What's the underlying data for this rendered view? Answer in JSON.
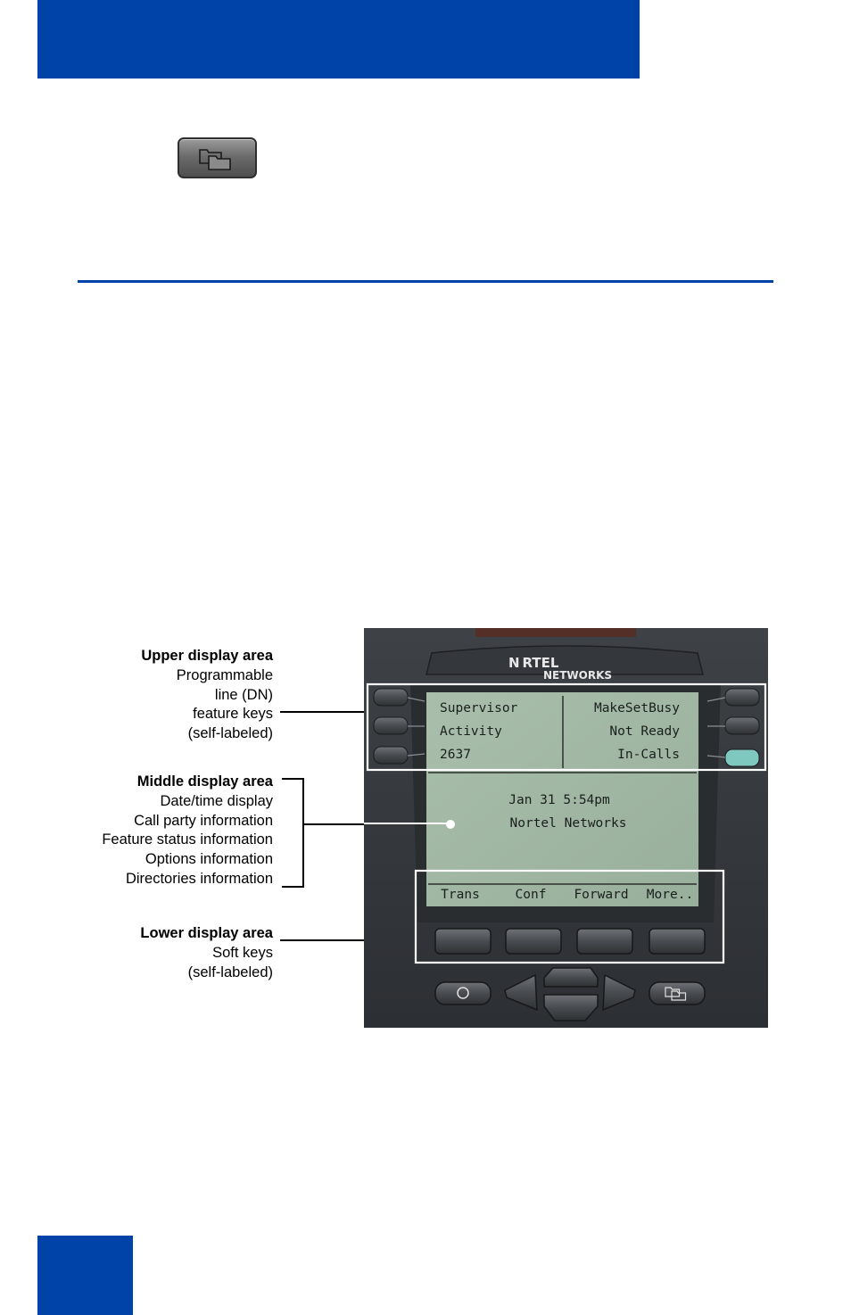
{
  "copy_key": {
    "icon": "copy-icon"
  },
  "labels": {
    "upper": {
      "title": "Upper display area",
      "lines": [
        "Programmable",
        "line (DN)",
        "feature keys",
        "(self-labeled)"
      ]
    },
    "middle": {
      "title": "Middle display area",
      "lines": [
        "Date/time display",
        "Call party information",
        "Feature status information",
        "Options information",
        "Directories information"
      ]
    },
    "lower": {
      "title": "Lower display area",
      "lines": [
        "Soft keys",
        "(self-labeled)"
      ]
    }
  },
  "phone": {
    "brand_top": "N RTEL",
    "brand_bottom": "NETWORKS",
    "lines_left": [
      "Supervisor",
      "Activity",
      "2637"
    ],
    "lines_right": [
      "MakeSetBusy",
      "Not Ready",
      "In-Calls"
    ],
    "datetime": "Jan 31 5:54pm",
    "party": "Nortel Networks",
    "softkeys": [
      "Trans",
      "Conf",
      "Forward",
      "More.."
    ],
    "colors": {
      "accent": "#0043a8",
      "lcd": "#a6bca8",
      "highlight": "#7fc8c0"
    }
  }
}
